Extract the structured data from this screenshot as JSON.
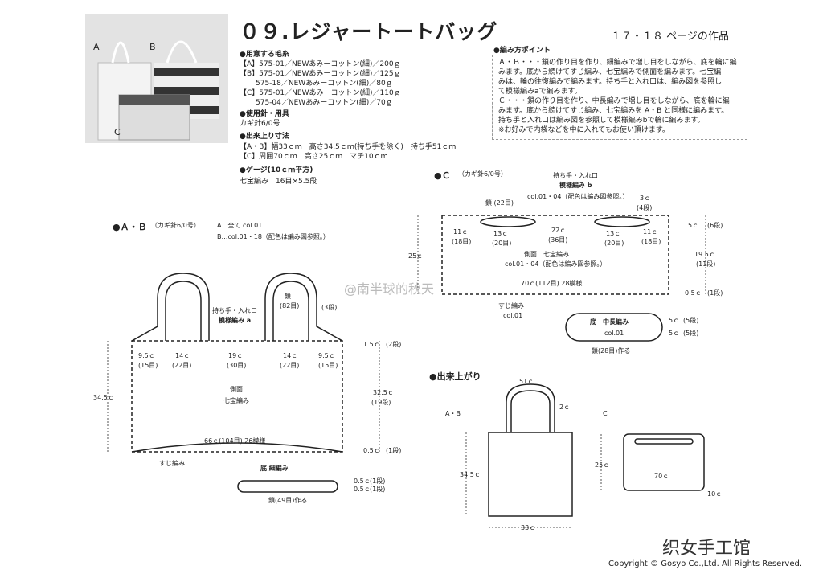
{
  "title": "０９.レジャートートバッグ",
  "page_ref": "１７・１８ ページの作品",
  "photo_labels": [
    "A",
    "B",
    "C"
  ],
  "yarn": {
    "heading": "●用意する毛糸",
    "lines": [
      "【A】575-01／NEWあみーコットン(細)／200ｇ",
      "【B】575-01／NEWあみーコットン(細)／125ｇ",
      "575-18／NEWあみーコットン(細)／80ｇ",
      "【C】575-01／NEWあみーコットン(細)／110ｇ",
      "575-04／NEWあみーコットン(細)／70ｇ"
    ]
  },
  "needle": {
    "heading": "●使用針・用具",
    "line": "カギ針6/0号"
  },
  "size": {
    "heading": "●出来上り寸法",
    "lines": [
      "【A・B】幅33ｃｍ　高さ34.5ｃｍ(持ち手を除く)　持ち手51ｃｍ",
      "【C】周囲70ｃｍ　高さ25ｃｍ　マチ10ｃｍ"
    ]
  },
  "gauge": {
    "heading": "●ゲージ(10ｃｍ平方)",
    "line": "七宝編み　16目×5.5段"
  },
  "points": {
    "heading": "●編み方ポイント",
    "lines": [
      "Ａ・Ｂ・・・鎖の作り目を作り、細編みで増し目をしながら、底を輪に編",
      "みます。底から続けてすじ編み、七宝編みで側面を編みます。七宝編",
      "みは、輪の往復編みで編みます。持ち手と入れ口は、編み図を参照し",
      "て模様編みaで編みます。",
      "Ｃ・・・鎖の作り目を作り、中長編みで増し目をしながら、底を輪に編",
      "みます。底から続けてすじ編み、七宝編みを A・B と同様に編みます。",
      "持ち手と入れ口は編み図を参照して模様編みbで輪に編みます。",
      "※お好みで内袋などを中に入れてもお使い頂けます。"
    ]
  },
  "ab": {
    "heading": "●Ａ・Ｂ",
    "needle": "（カギ針6/0号）",
    "color_a": "A…全て col.01",
    "color_b": "B…col.01・18（配色は編み図参照。）",
    "handle1": "持ち手・入れ口",
    "handle2": "模様編み a",
    "chain": "鎖",
    "chain_count": "(82目)",
    "rows3": "(3段)",
    "widths": [
      "9.5ｃ",
      "14ｃ",
      "19ｃ",
      "14ｃ",
      "9.5ｃ"
    ],
    "stitches": [
      "(15目)",
      "(22目)",
      "(30目)",
      "(22目)",
      "(15目)"
    ],
    "side1": "側面",
    "side2": "七宝編み",
    "height": "34.5ｃ",
    "h1": "1.5ｃ",
    "h1r": "(2段)",
    "h2": "32.5ｃ",
    "h2r": "(19段)",
    "h3": "0.5ｃ",
    "h3r": "(1段)",
    "around": "66ｃ(104目) 26模様",
    "suji": "すじ編み",
    "bottom": "底 細編み",
    "b1": "0.5ｃ",
    "b1r": "(1段)",
    "b2": "0.5ｃ",
    "b2r": "(1段)",
    "chain_start": "鎖(49目)作る"
  },
  "c": {
    "heading": "●Ｃ",
    "needle": "（カギ針6/0号）",
    "handle1": "持ち手・入れ口",
    "handle2": "模様編み b",
    "handle3": "col.01・04（配色は編み図参照。）",
    "chain22": "鎖 (22目)",
    "c3": "3ｃ",
    "c3r": "(4段)",
    "widths": [
      "11ｃ",
      "13ｃ",
      "22ｃ",
      "13ｃ",
      "11ｃ"
    ],
    "stitches": [
      "(18目)",
      "(20目)",
      "(36目)",
      "(20目)",
      "(18目)"
    ],
    "height": "25ｃ",
    "side1": "側面　七宝編み",
    "side2": "col.01・04（配色は編み図参照。）",
    "around": "70ｃ(112目) 28模様",
    "r1": "5ｃ",
    "r1r": "(6段)",
    "r2": "19.5ｃ",
    "r2r": "(11段)",
    "r3": "0.5ｃ",
    "r3r": "(1段)",
    "suji": "すじ編み",
    "suji_col": "col.01",
    "bottom": "底　中長編み",
    "bottom_col": "col.01",
    "b1": "5ｃ",
    "b1r": "(5段)",
    "b2": "5ｃ",
    "b2r": "(5段)",
    "chain_start": "鎖(28目)作る"
  },
  "finished": {
    "heading": "●出来上がり",
    "ab": "A・B",
    "c": "C",
    "handle": "51ｃ",
    "strap": "2ｃ",
    "height": "34.5ｃ",
    "width": "33ｃ",
    "c_height": "25ｃ",
    "c_around": "70ｃ",
    "c_depth": "10ｃ"
  },
  "watermark": "@南半球的秋天",
  "brand": "织女手工馆",
  "copyright": "Copyright © Gosyo Co.,Ltd. All Rights Reserved."
}
